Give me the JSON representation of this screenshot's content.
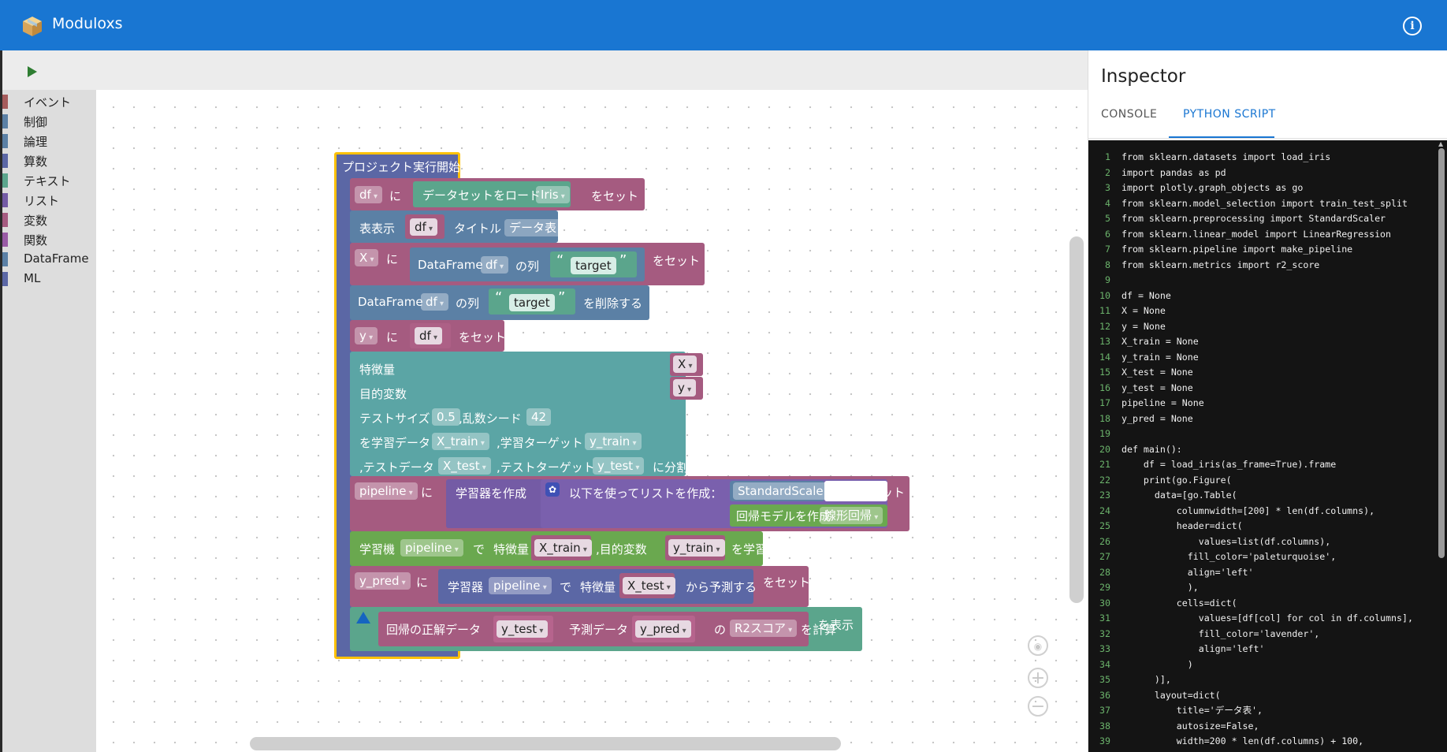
{
  "app": {
    "title": "Moduloxs",
    "icon": "box-icon",
    "info_icon": "info-icon"
  },
  "toolbar": {
    "run_icon": "play-icon"
  },
  "toolbox": {
    "categories": [
      {
        "label": "イベント",
        "color": "#a55b5b"
      },
      {
        "label": "制御",
        "color": "#5b80a5"
      },
      {
        "label": "論理",
        "color": "#5b80a5"
      },
      {
        "label": "算数",
        "color": "#5b67a5"
      },
      {
        "label": "テキスト",
        "color": "#5ba58c"
      },
      {
        "label": "リスト",
        "color": "#745ba5"
      },
      {
        "label": "変数",
        "color": "#a55b80"
      },
      {
        "label": "関数",
        "color": "#995ba5"
      },
      {
        "label": "DataFrame",
        "color": "#5b80a5"
      },
      {
        "label": "ML",
        "color": "#5b67a5"
      }
    ]
  },
  "blocks": {
    "start": "プロジェクト実行開始",
    "b1": {
      "var": "df",
      "ni": "に",
      "load": "データセットをロード",
      "dataset": "Iris",
      "set": "をセット"
    },
    "b2": {
      "show": "表表示",
      "var": "df",
      "title_lbl": "タイトル",
      "title_val": "データ表"
    },
    "b3": {
      "var": "X",
      "ni": "に",
      "df_lbl": "DataFrame",
      "df_var": "df",
      "col_lbl": "の列",
      "quote_open": "“",
      "col": "target",
      "quote_close": "”",
      "set": "をセット"
    },
    "b4": {
      "df_lbl": "DataFrame",
      "df_var": "df",
      "col_lbl": "の列",
      "quote_open": "“",
      "col": "target",
      "quote_close": "”",
      "remove": "を削除する"
    },
    "b5": {
      "var": "y",
      "ni": "に",
      "val": "df",
      "set": "をセット"
    },
    "split": {
      "feat": "特徴量",
      "feat_var": "X",
      "target": "目的変数",
      "target_var": "y",
      "test_size_lbl": "テストサイズ",
      "test_size": "0.5",
      "seed_lbl": ",乱数シード",
      "seed": "42",
      "train_lbl": "を学習データ",
      "x_train": "X_train",
      "train_target_lbl": ",学習ターゲット",
      "y_train": "y_train",
      "test_lbl": ",テストデータ",
      "x_test": "X_test",
      "test_target_lbl": ",テストターゲット",
      "y_test": "y_test",
      "split_lbl": "に分割する"
    },
    "pipe": {
      "var": "pipeline",
      "ni": "に",
      "make": "学習器を作成",
      "list": "以下を使ってリストを作成：",
      "scaler": "StandardScaler",
      "reg_lbl": "回帰モデルを作成",
      "reg": "線形回帰",
      "set": "をセット"
    },
    "fit": {
      "lbl": "学習機",
      "model": "pipeline",
      "de": "で",
      "feat": "特徴量",
      "x": "X_train",
      "target": ",目的変数",
      "y": "y_train",
      "fit": "を学習させる"
    },
    "pred": {
      "var": "y_pred",
      "ni": "に",
      "model_lbl": "学習器",
      "model": "pipeline",
      "de": "で",
      "feat": "特徴量",
      "x": "X_test",
      "predict": "から予測する",
      "set": "をセット"
    },
    "score": {
      "true_lbl": "回帰の正解データ",
      "y_test": "y_test",
      "pred_lbl": "予測データ",
      "y_pred": "y_pred",
      "no": "の",
      "metric": "R2スコア",
      "calc": "を計算",
      "show": "を表示",
      "warn_icon": "warning-icon"
    }
  },
  "inspector": {
    "title": "Inspector",
    "tabs": [
      "CONSOLE",
      "PYTHON SCRIPT"
    ],
    "active_tab": "PYTHON SCRIPT",
    "code": [
      "from sklearn.datasets import load_iris",
      "import pandas as pd",
      "import plotly.graph_objects as go",
      "from sklearn.model_selection import train_test_split",
      "from sklearn.preprocessing import StandardScaler",
      "from sklearn.linear_model import LinearRegression",
      "from sklearn.pipeline import make_pipeline",
      "from sklearn.metrics import r2_score",
      "",
      "df = None",
      "X = None",
      "y = None",
      "X_train = None",
      "y_train = None",
      "X_test = None",
      "y_test = None",
      "pipeline = None",
      "y_pred = None",
      "",
      "def main():",
      "    df = load_iris(as_frame=True).frame",
      "    print(go.Figure(",
      "      data=[go.Table(",
      "          columnwidth=[200] * len(df.columns),",
      "          header=dict(",
      "              values=list(df.columns),",
      "            fill_color='paleturquoise',",
      "            align='left'",
      "            ),",
      "          cells=dict(",
      "              values=[df[col] for col in df.columns],",
      "              fill_color='lavender',",
      "              align='left'",
      "            )",
      "      )],",
      "      layout=dict(",
      "          title='データ表',",
      "          autosize=False,",
      "          width=200 * len(df.columns) + 100,"
    ]
  },
  "colors": {
    "appbar": "#1976d2",
    "variable": "#a55b80",
    "dataframe": "#5b80a5",
    "ml": "#5ba5a5",
    "learner": "#745ba5",
    "fit": "#6aa84f",
    "event_border": "#ffc107"
  }
}
